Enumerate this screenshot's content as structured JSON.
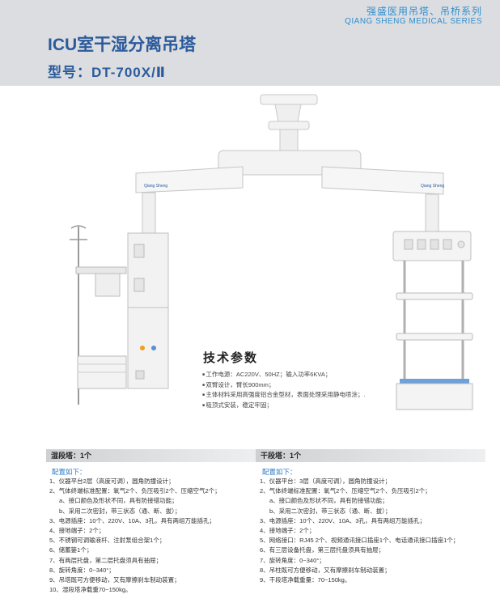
{
  "header": {
    "brand_cn": "强盛医用吊塔、吊桥系列",
    "brand_en": "QIANG SHENG MEDICAL SERIES",
    "title": "ICU室干湿分离吊塔",
    "model": "型号：DT-700X/Ⅱ"
  },
  "illustration": {
    "arm_logo_left": "Qiang Sheng",
    "arm_logo_right": "Qiang Sheng"
  },
  "tech": {
    "title": "技术参数",
    "items": [
      "工作电源：AC220V、50HZ；输入功率6KVA；",
      "双臂设计，臂长900mm；",
      "主体材料采用高强度铝合金型材，表面处理采用静电喷涂；.",
      "吸顶式安装，稳定牢固；"
    ]
  },
  "wet": {
    "heading": "湿段塔：1个",
    "config_title": "配置如下：",
    "items": [
      {
        "text": "1、仪器平台2层（高度可调），圆角防撞设计；",
        "sub": false
      },
      {
        "text": "2、气体终端标准配置：氧气2个、负压吸引2个、压缩空气2个；",
        "sub": false
      },
      {
        "text": "a、接口颜色及形状不同，具有防接错功能；",
        "sub": true
      },
      {
        "text": "b、采用二次密封，带三状态（通、断、拔）；",
        "sub": true
      },
      {
        "text": "3、电源插座：10个、220V、10A、3孔，具有两组万能插孔；",
        "sub": false
      },
      {
        "text": "4、接地端子：2个；",
        "sub": false
      },
      {
        "text": "5、不锈钢可调输液杆、注射泵组合架1个；",
        "sub": false
      },
      {
        "text": "6、储蓄篓1个；",
        "sub": false
      },
      {
        "text": "7、有两层托盘，第二层托盘须具有抽屉；",
        "sub": false
      },
      {
        "text": "8、旋转角度：0~340°；",
        "sub": false
      },
      {
        "text": "9、吊塔既可方便移动，又有摩擦刹车制动装置；",
        "sub": false
      },
      {
        "text": "10、湿段塔净载重70~150kg。",
        "sub": false
      }
    ]
  },
  "dry": {
    "heading": "干段塔：1个",
    "config_title": "配置如下：",
    "items": [
      {
        "text": "1、仪器平台：3层（高度可调），圆角防撞设计；",
        "sub": false
      },
      {
        "text": "2、气体终端标准配置：氧气2个、压缩空气2个、负压吸引2个；",
        "sub": false
      },
      {
        "text": "a、接口颜色及形状不同，具有防接错功能；",
        "sub": true
      },
      {
        "text": "b、采用二次密封，带三状态（通、断、拔）；",
        "sub": true
      },
      {
        "text": "3、电源插座：10个、220V、10A、3孔，具有两组万能插孔；",
        "sub": false
      },
      {
        "text": "4、接地端子：2个；",
        "sub": false
      },
      {
        "text": "5、网络接口：RJ45 2个、视频通讯接口插座1个、电话通讯接口插座1个；",
        "sub": false
      },
      {
        "text": "6、有三层设备托盘，第三层托盘须具有抽屉；",
        "sub": false
      },
      {
        "text": "7、旋转角度：0~340°；",
        "sub": false
      },
      {
        "text": "8、吊柱既可方便移动，又有摩擦刹车制动装置；",
        "sub": false
      },
      {
        "text": "9、干段塔净载重量：70~150kg。",
        "sub": false
      }
    ]
  }
}
